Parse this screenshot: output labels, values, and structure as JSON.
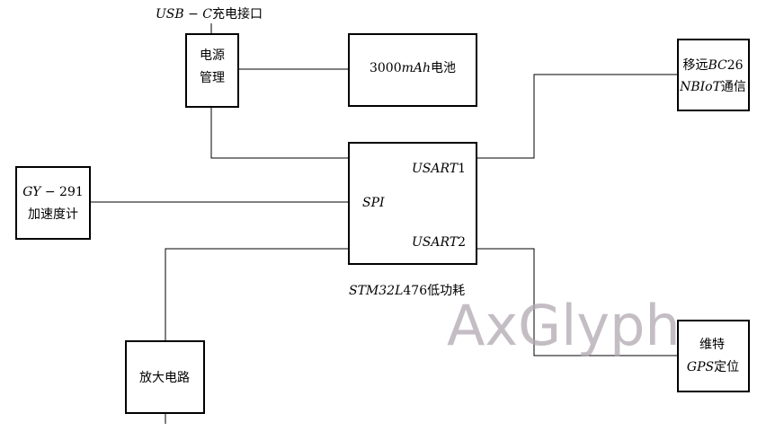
{
  "usb_port": {
    "italic": "USB − C",
    "text": "充电接口"
  },
  "power_mgmt": {
    "line1": "电源",
    "line2": "管理"
  },
  "battery": {
    "num": "3000",
    "italic": "mAh",
    "text": "电池"
  },
  "nbiot_module": {
    "line1_text": "移远",
    "line1_italic": "BC",
    "line1_num": "26",
    "line2_italic": "NBIoT",
    "line2_text": "通信"
  },
  "mcu": {
    "port_usart1_italic": "USART",
    "port_usart1_num": "1",
    "port_spi": "SPI",
    "port_usart2_italic": "USART",
    "port_usart2_num": "2",
    "caption_italic": "STM32L",
    "caption_num": "476",
    "caption_text": "低功耗"
  },
  "accelerometer": {
    "line1_italic": "GY",
    "line1_num": " − 291",
    "line2": "加速度计"
  },
  "amplifier": {
    "label": "放大电路"
  },
  "gps_module": {
    "line1": "维特",
    "line2_italic": "GPS",
    "line2_text": "定位"
  },
  "watermark": "AxGlyph"
}
